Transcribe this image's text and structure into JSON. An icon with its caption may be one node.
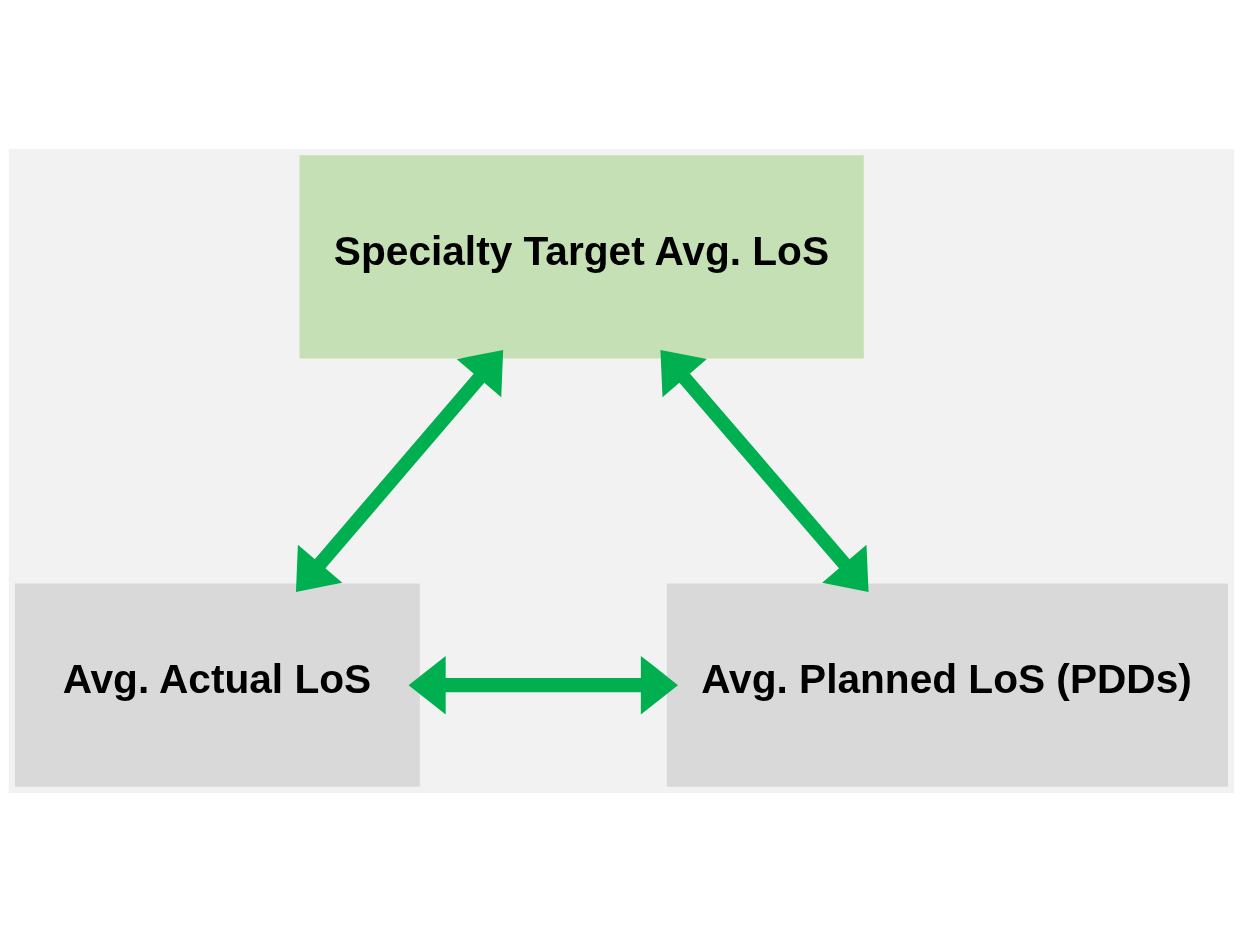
{
  "diagram": {
    "nodes": [
      {
        "text": [
          "Specialty Target Avg. LoS"
        ]
      },
      {
        "text": [
          "Avg. Actual LoS"
        ]
      },
      {
        "text": [
          "Avg. Planned LoS (PDDs)"
        ]
      }
    ],
    "edges": [
      {
        "from": 1,
        "to": 0,
        "arrow": "both"
      },
      {
        "from": 0,
        "to": 2,
        "arrow": "both"
      },
      {
        "from": 1,
        "to": 2,
        "arrow": "both"
      }
    ]
  }
}
